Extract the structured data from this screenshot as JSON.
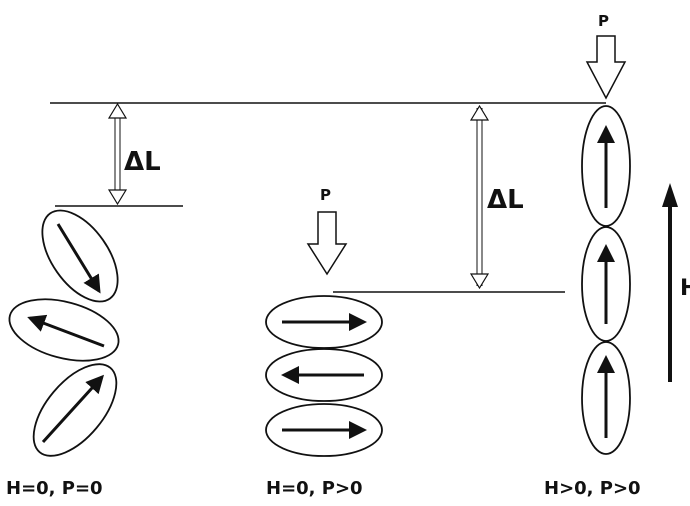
{
  "colors": {
    "ink": "#111111",
    "background": "#ffffff"
  },
  "labels": {
    "state_left": "H=0, P=0",
    "state_middle": "H=0, P>0",
    "state_right": "H>0, P>0",
    "delta_left": "ΔL",
    "delta_right": "ΔL",
    "p_middle": "P",
    "p_right": "P",
    "field": "H"
  },
  "particles": {
    "left_stack": [
      "arrow-down-right",
      "arrow-left",
      "arrow-up-right"
    ],
    "middle_stack": [
      "arrow-right",
      "arrow-left",
      "arrow-right"
    ],
    "right_stack": [
      "arrow-up",
      "arrow-up",
      "arrow-up"
    ]
  }
}
